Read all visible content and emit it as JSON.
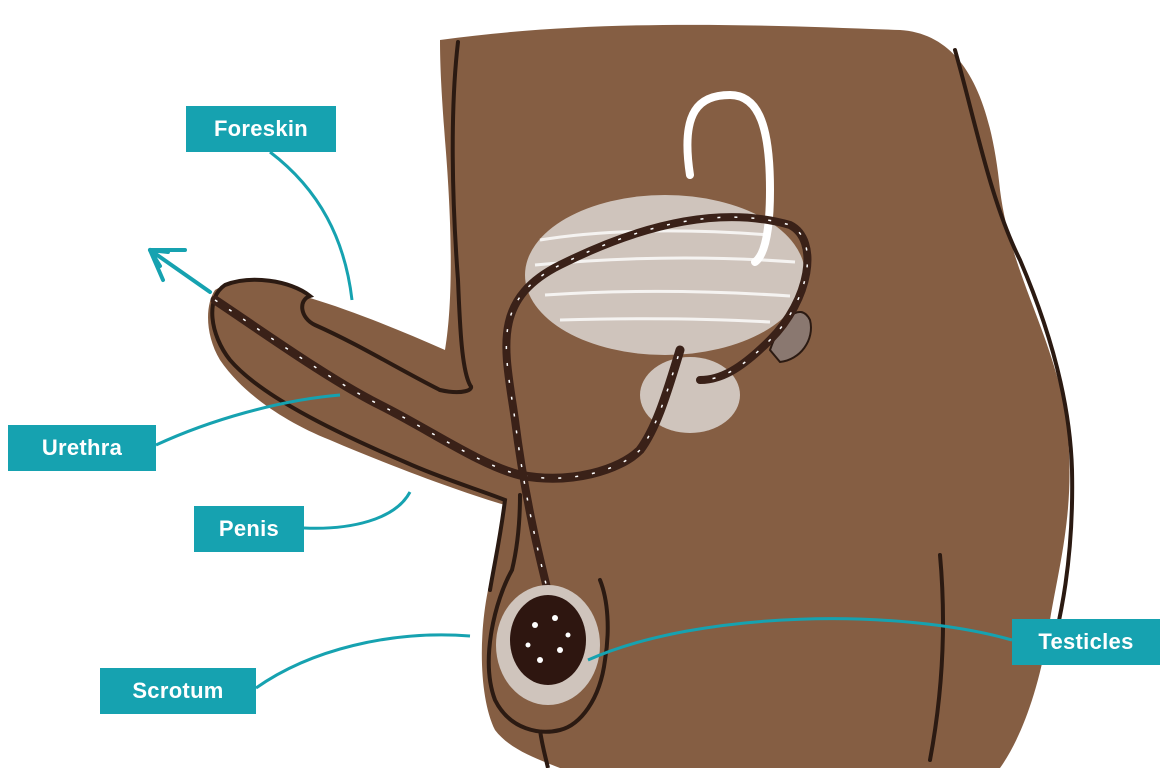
{
  "labels": {
    "foreskin": "Foreskin",
    "urethra": "Urethra",
    "penis": "Penis",
    "scrotum": "Scrotum",
    "testicles": "Testicles"
  },
  "colors": {
    "label_background": "#16a2b0",
    "leader_line": "#16a2b0",
    "skin": "#855e43",
    "outline": "#2b1a12",
    "organ": "#cfc4bc",
    "tube": "#3a2118"
  },
  "icons": [
    "arrow-icon"
  ]
}
